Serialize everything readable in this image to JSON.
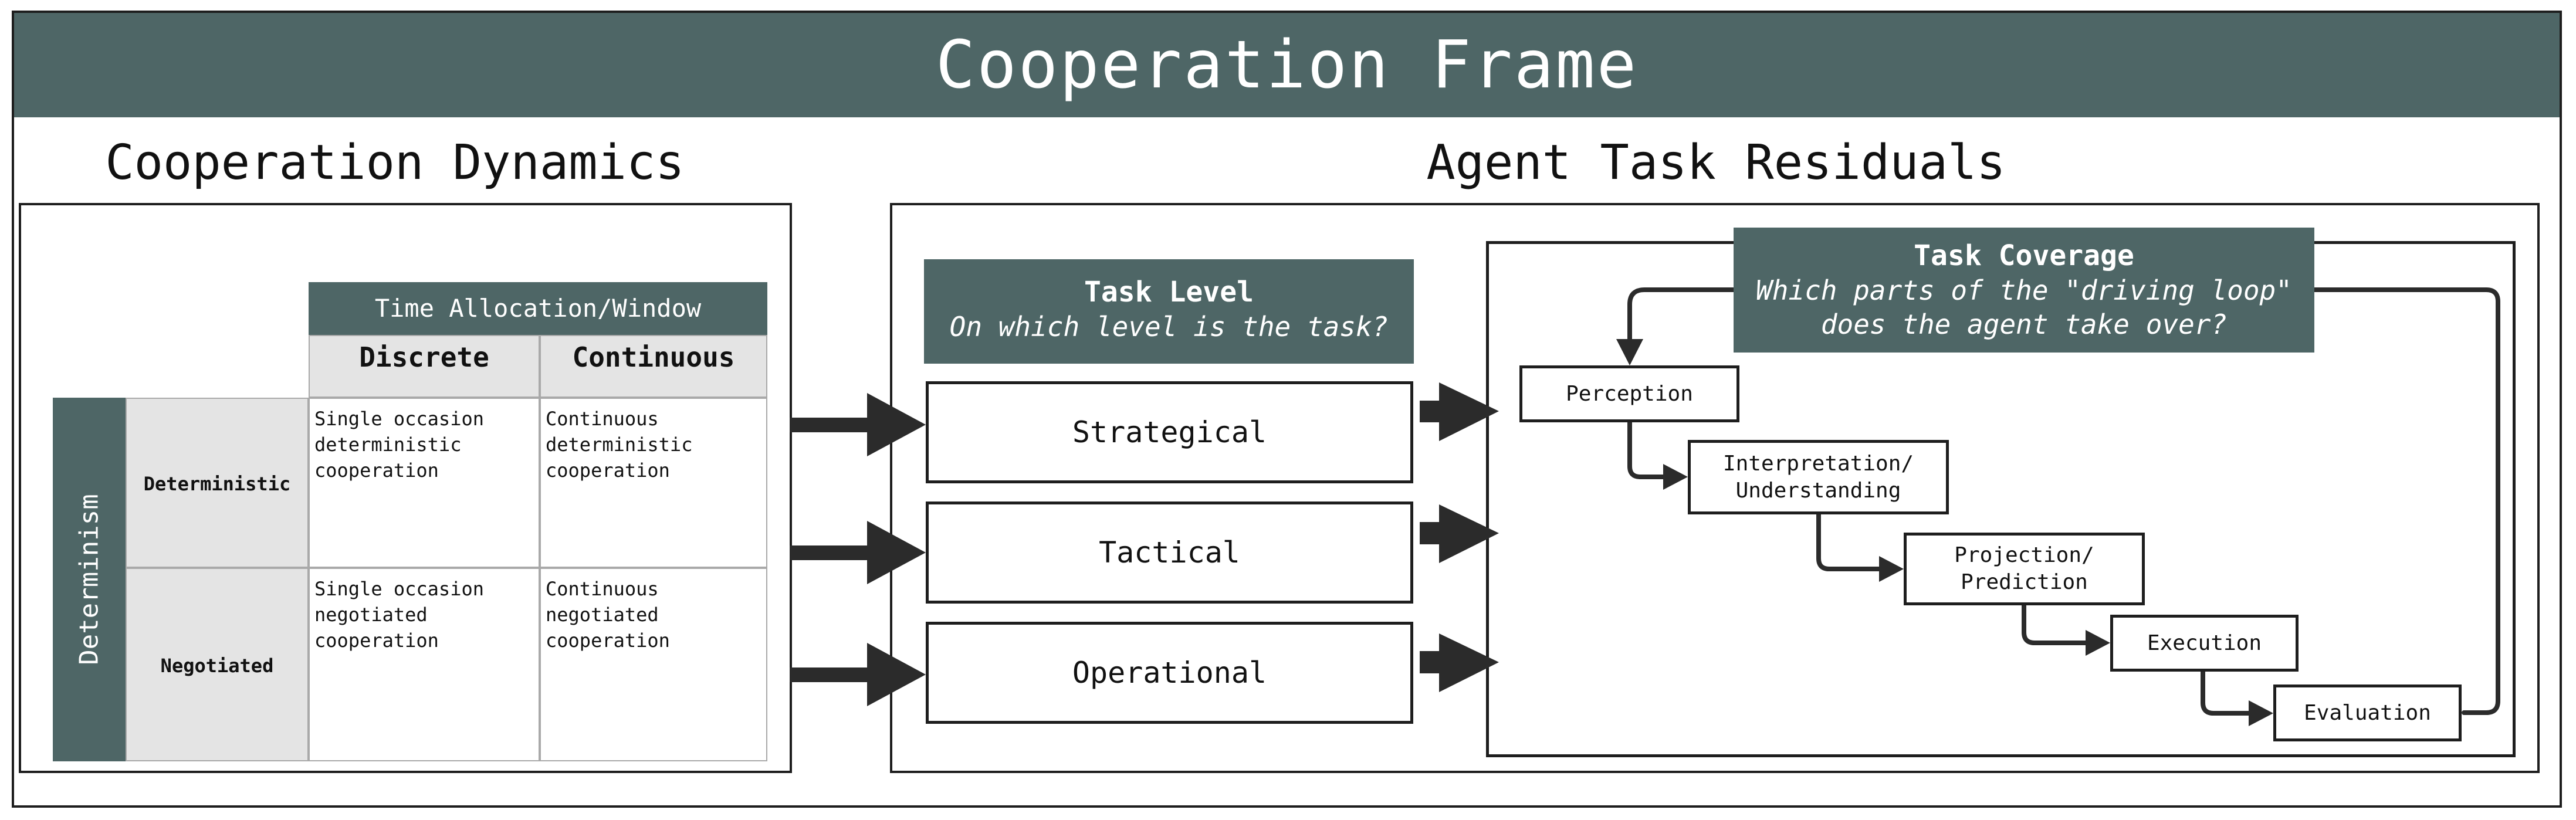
{
  "title": "Cooperation Frame",
  "dynamics": {
    "title": "Cooperation Dynamics",
    "column_header": "Time Allocation/Window",
    "columns": [
      "Discrete",
      "Continuous"
    ],
    "row_axis": "Determinism",
    "rows": [
      {
        "label": "Deterministic",
        "cells": [
          "Single occasion\ndeterministic\ncooperation",
          "Continuous\ndeterministic\ncooperation"
        ]
      },
      {
        "label": "Negotiated",
        "cells": [
          "Single occasion\nnegotiated\ncooperation",
          "Continuous\nnegotiated\ncooperation"
        ]
      }
    ]
  },
  "residuals": {
    "title": "Agent Task Residuals",
    "task_level": {
      "title": "Task Level",
      "question": "On which level is the task?",
      "levels": [
        "Strategical",
        "Tactical",
        "Operational"
      ]
    },
    "coverage": {
      "title": "Task Coverage",
      "question_line1": "Which parts of the \"driving loop\"",
      "question_line2": "does the agent take over?",
      "steps": [
        "Perception",
        "Interpretation/\nUnderstanding",
        "Projection/\nPrediction",
        "Execution",
        "Evaluation"
      ]
    }
  },
  "colors": {
    "header": "#4e6666",
    "cell_grey": "#e4e4e4",
    "stroke": "#1e1e1e",
    "arrow": "#2b2b2b"
  }
}
